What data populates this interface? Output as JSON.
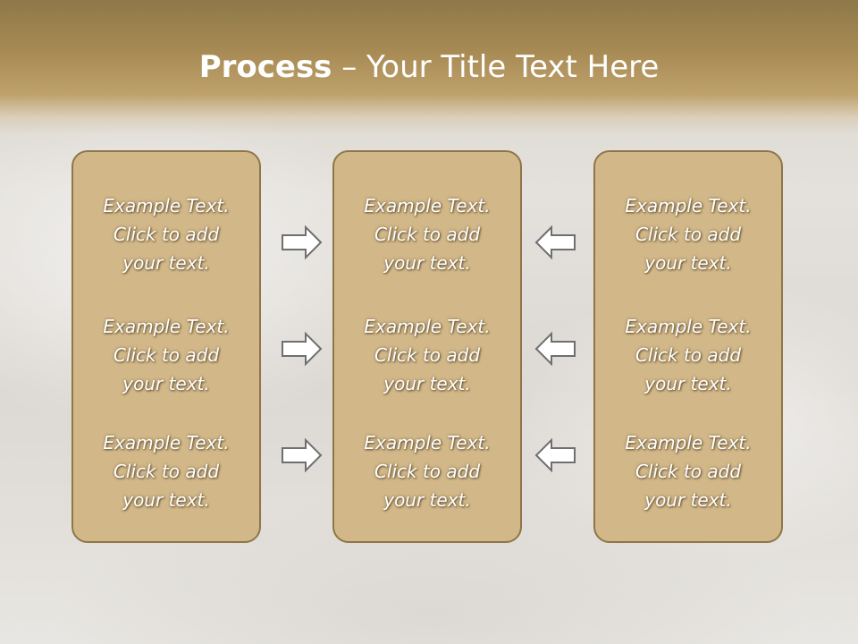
{
  "title": {
    "bold": "Process",
    "rest": " – Your Title Text Here"
  },
  "columns": [
    {
      "items": [
        {
          "l1": "Example Text.",
          "l2": "Click  to add",
          "l3": "your text."
        },
        {
          "l1": "Example Text.",
          "l2": "Click  to add",
          "l3": "your text."
        },
        {
          "l1": "Example Text.",
          "l2": "Click  to add",
          "l3": "your text."
        }
      ]
    },
    {
      "items": [
        {
          "l1": "Example Text.",
          "l2": "Click  to add",
          "l3": "your text."
        },
        {
          "l1": "Example Text.",
          "l2": "Click  to add",
          "l3": "your text."
        },
        {
          "l1": "Example Text.",
          "l2": "Click  to add",
          "l3": "your text."
        }
      ]
    },
    {
      "items": [
        {
          "l1": "Example Text.",
          "l2": "Click  to add",
          "l3": "your text."
        },
        {
          "l1": "Example Text.",
          "l2": "Click  to add",
          "l3": "your text."
        },
        {
          "l1": "Example Text.",
          "l2": "Click  to add",
          "l3": "your text."
        }
      ]
    }
  ],
  "arrows": {
    "left_group": "right-arrow-icon",
    "right_group": "left-arrow-icon"
  },
  "colors": {
    "panel_fill": "#d2b888",
    "panel_border": "#8e7648",
    "header": "#a88b55"
  }
}
